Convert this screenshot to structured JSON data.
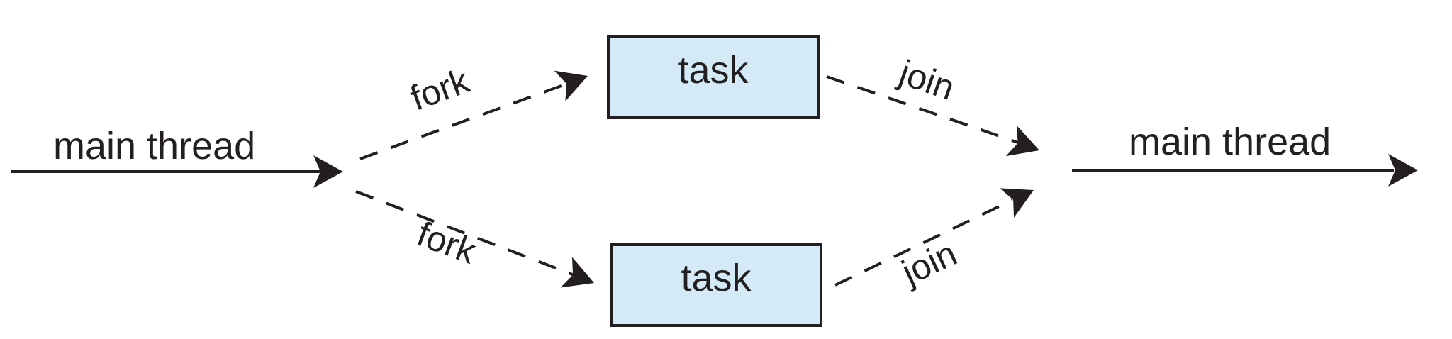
{
  "diagram": {
    "main_thread_left": "main thread",
    "main_thread_right": "main thread",
    "task_top": "task",
    "task_bottom": "task",
    "fork_top": "fork",
    "fork_bottom": "fork",
    "join_top": "join",
    "join_bottom": "join"
  },
  "colors": {
    "task_fill": "#d4ebf7",
    "stroke": "#231f20"
  }
}
